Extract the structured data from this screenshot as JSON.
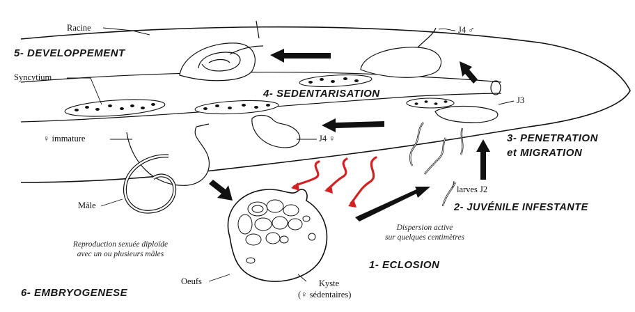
{
  "labels": {
    "racine": "Racine",
    "syncytium": "Syncytium",
    "female_immature": "♀ immature",
    "male": "Mâle",
    "j4_male": "J4 ♂",
    "j4_female": "J4 ♀",
    "j3": "J3",
    "larves_j2": "larves J2",
    "oeufs": "Oeufs",
    "kyste_line1": "Kyste",
    "kyste_line2": "(♀ sédentaires)"
  },
  "stages": {
    "s1": "1- ECLOSION",
    "s2": "2- JUVÉNILE INFESTANTE",
    "s3_line1": "3- PENETRATION",
    "s3_line2": "et MIGRATION",
    "s4": "4- SEDENTARISATION",
    "s5": "5- DEVELOPPEMENT",
    "s6": "6- EMBRYOGENESE"
  },
  "notes": {
    "reproduction_line1": "Reproduction sexuée diploïde",
    "reproduction_line2": "avec un ou plusieurs mâles",
    "dispersion_line1": "Dispersion active",
    "dispersion_line2": "sur quelques centimètres"
  },
  "colors": {
    "ink": "#111111",
    "arrow": "#111111",
    "exudate": "#d42020",
    "background": "#ffffff"
  }
}
